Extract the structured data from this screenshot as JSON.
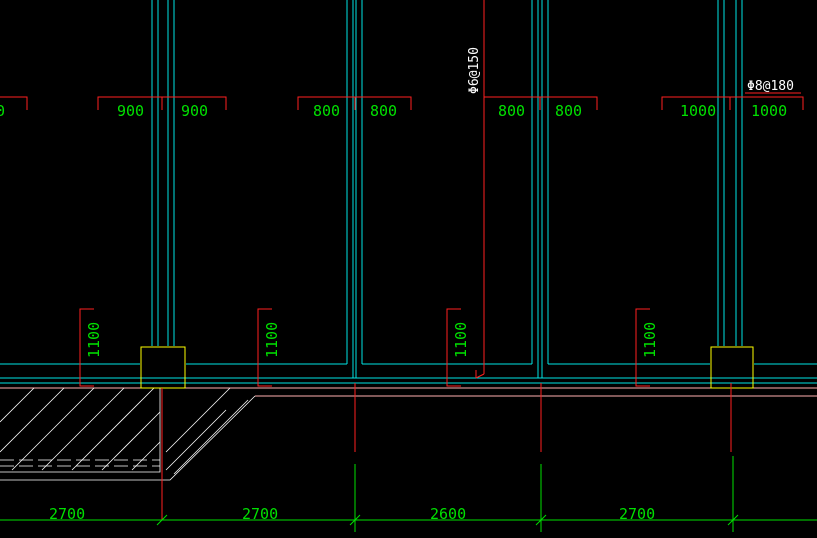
{
  "top_dimensions": [
    "0",
    "900",
    "900",
    "800",
    "800",
    "800",
    "800",
    "1000",
    "1000"
  ],
  "side_dimensions": [
    "1100",
    "1100",
    "1100",
    "1100"
  ],
  "bottom_dimensions": [
    "2700",
    "2700",
    "2600",
    "2700"
  ],
  "rebar_labels": {
    "vertical": "Φ6@150",
    "horizontal": "Φ8@180"
  },
  "colors": {
    "background": "#000000",
    "wall": "#00e5e5",
    "dimension_line": "#ff2020",
    "dimension_text": "#00e000",
    "column": "#ffff00",
    "hatch": "#ffffff",
    "label": "#ffffff"
  }
}
